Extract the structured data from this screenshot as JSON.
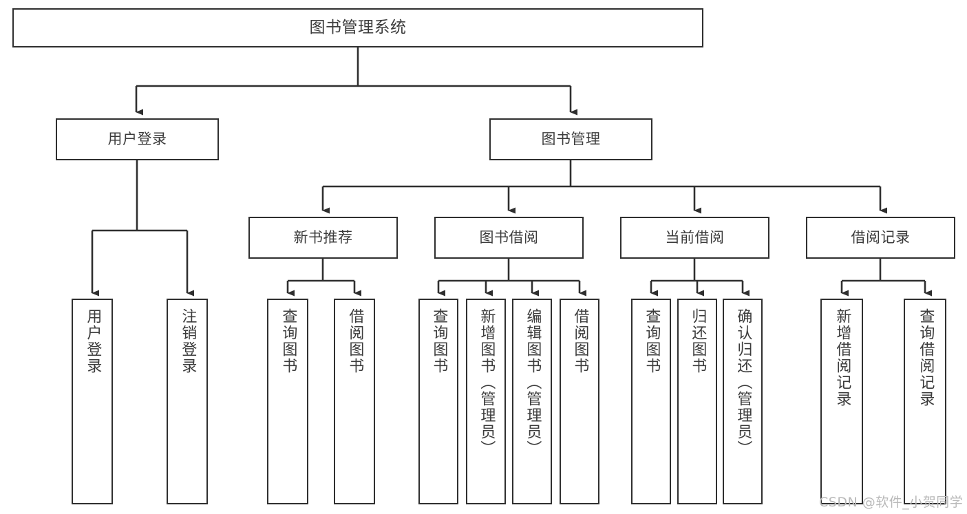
{
  "diagram": {
    "title": "图书管理系统",
    "type": "tree-hierarchy-chart",
    "watermark": "CSDN @软件_小贺同学",
    "line_color": "#2f2f2f",
    "box_fill": "#ffffff",
    "text_color": "#3c3c3c",
    "watermark_color": "#b9b9b9"
  },
  "nodes": {
    "root": {
      "label": "图书管理系统"
    },
    "level1": [
      {
        "id": "user-login",
        "label": "用户登录"
      },
      {
        "id": "book-manage",
        "label": "图书管理"
      }
    ],
    "level2": [
      {
        "id": "new-book-recommend",
        "label": "新书推荐"
      },
      {
        "id": "book-borrow",
        "label": "图书借阅"
      },
      {
        "id": "current-borrow",
        "label": "当前借阅"
      },
      {
        "id": "borrow-record",
        "label": "借阅记录"
      }
    ],
    "leaves": {
      "user-login": [
        {
          "id": "leaf-user-login",
          "label": "用户登录"
        },
        {
          "id": "leaf-user-logout",
          "label": "注销登录"
        }
      ],
      "new-book-recommend": [
        {
          "id": "leaf-query-book-1",
          "label": "查询图书"
        },
        {
          "id": "leaf-borrow-book-1",
          "label": "借阅图书"
        }
      ],
      "book-borrow": [
        {
          "id": "leaf-query-book-2",
          "label": "查询图书"
        },
        {
          "id": "leaf-add-book",
          "label": "新增图书（管理员）"
        },
        {
          "id": "leaf-edit-book",
          "label": "编辑图书（管理员）"
        },
        {
          "id": "leaf-borrow-book-2",
          "label": "借阅图书"
        }
      ],
      "current-borrow": [
        {
          "id": "leaf-query-book-3",
          "label": "查询图书"
        },
        {
          "id": "leaf-return-book",
          "label": "归还图书"
        },
        {
          "id": "leaf-confirm-return",
          "label": "确认归还（管理员）"
        }
      ],
      "borrow-record": [
        {
          "id": "leaf-add-record",
          "label": "新增借阅记录"
        },
        {
          "id": "leaf-query-record",
          "label": "查询借阅记录"
        }
      ]
    }
  }
}
